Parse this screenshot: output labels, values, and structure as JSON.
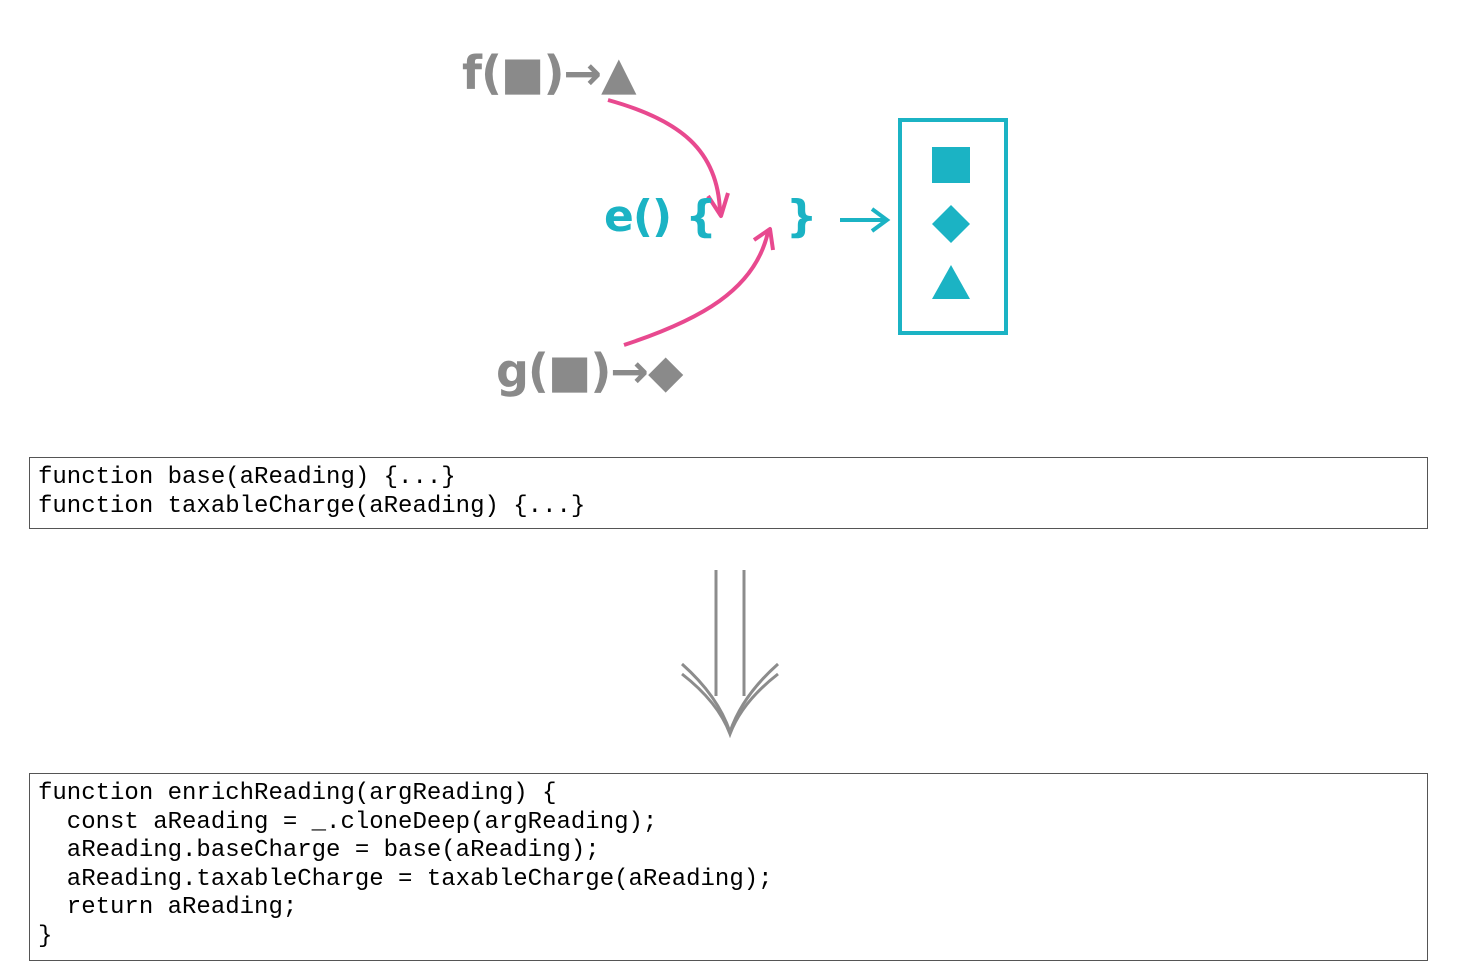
{
  "diagram": {
    "f_label": "f(■)→▲",
    "g_label": "g(■)→◆",
    "e_open": "e() {",
    "e_close": "}",
    "colors": {
      "gray": "#8a8a8a",
      "teal": "#1bb3c4",
      "pink": "#e8498f"
    }
  },
  "code_before": {
    "lines": [
      "function base(aReading) {...}",
      "function taxableCharge(aReading) {...}"
    ]
  },
  "code_after": {
    "lines": [
      "function enrichReading(argReading) {",
      "  const aReading = _.cloneDeep(argReading);",
      "  aReading.baseCharge = base(aReading);",
      "  aReading.taxableCharge = taxableCharge(aReading);",
      "  return aReading;",
      "}"
    ]
  }
}
